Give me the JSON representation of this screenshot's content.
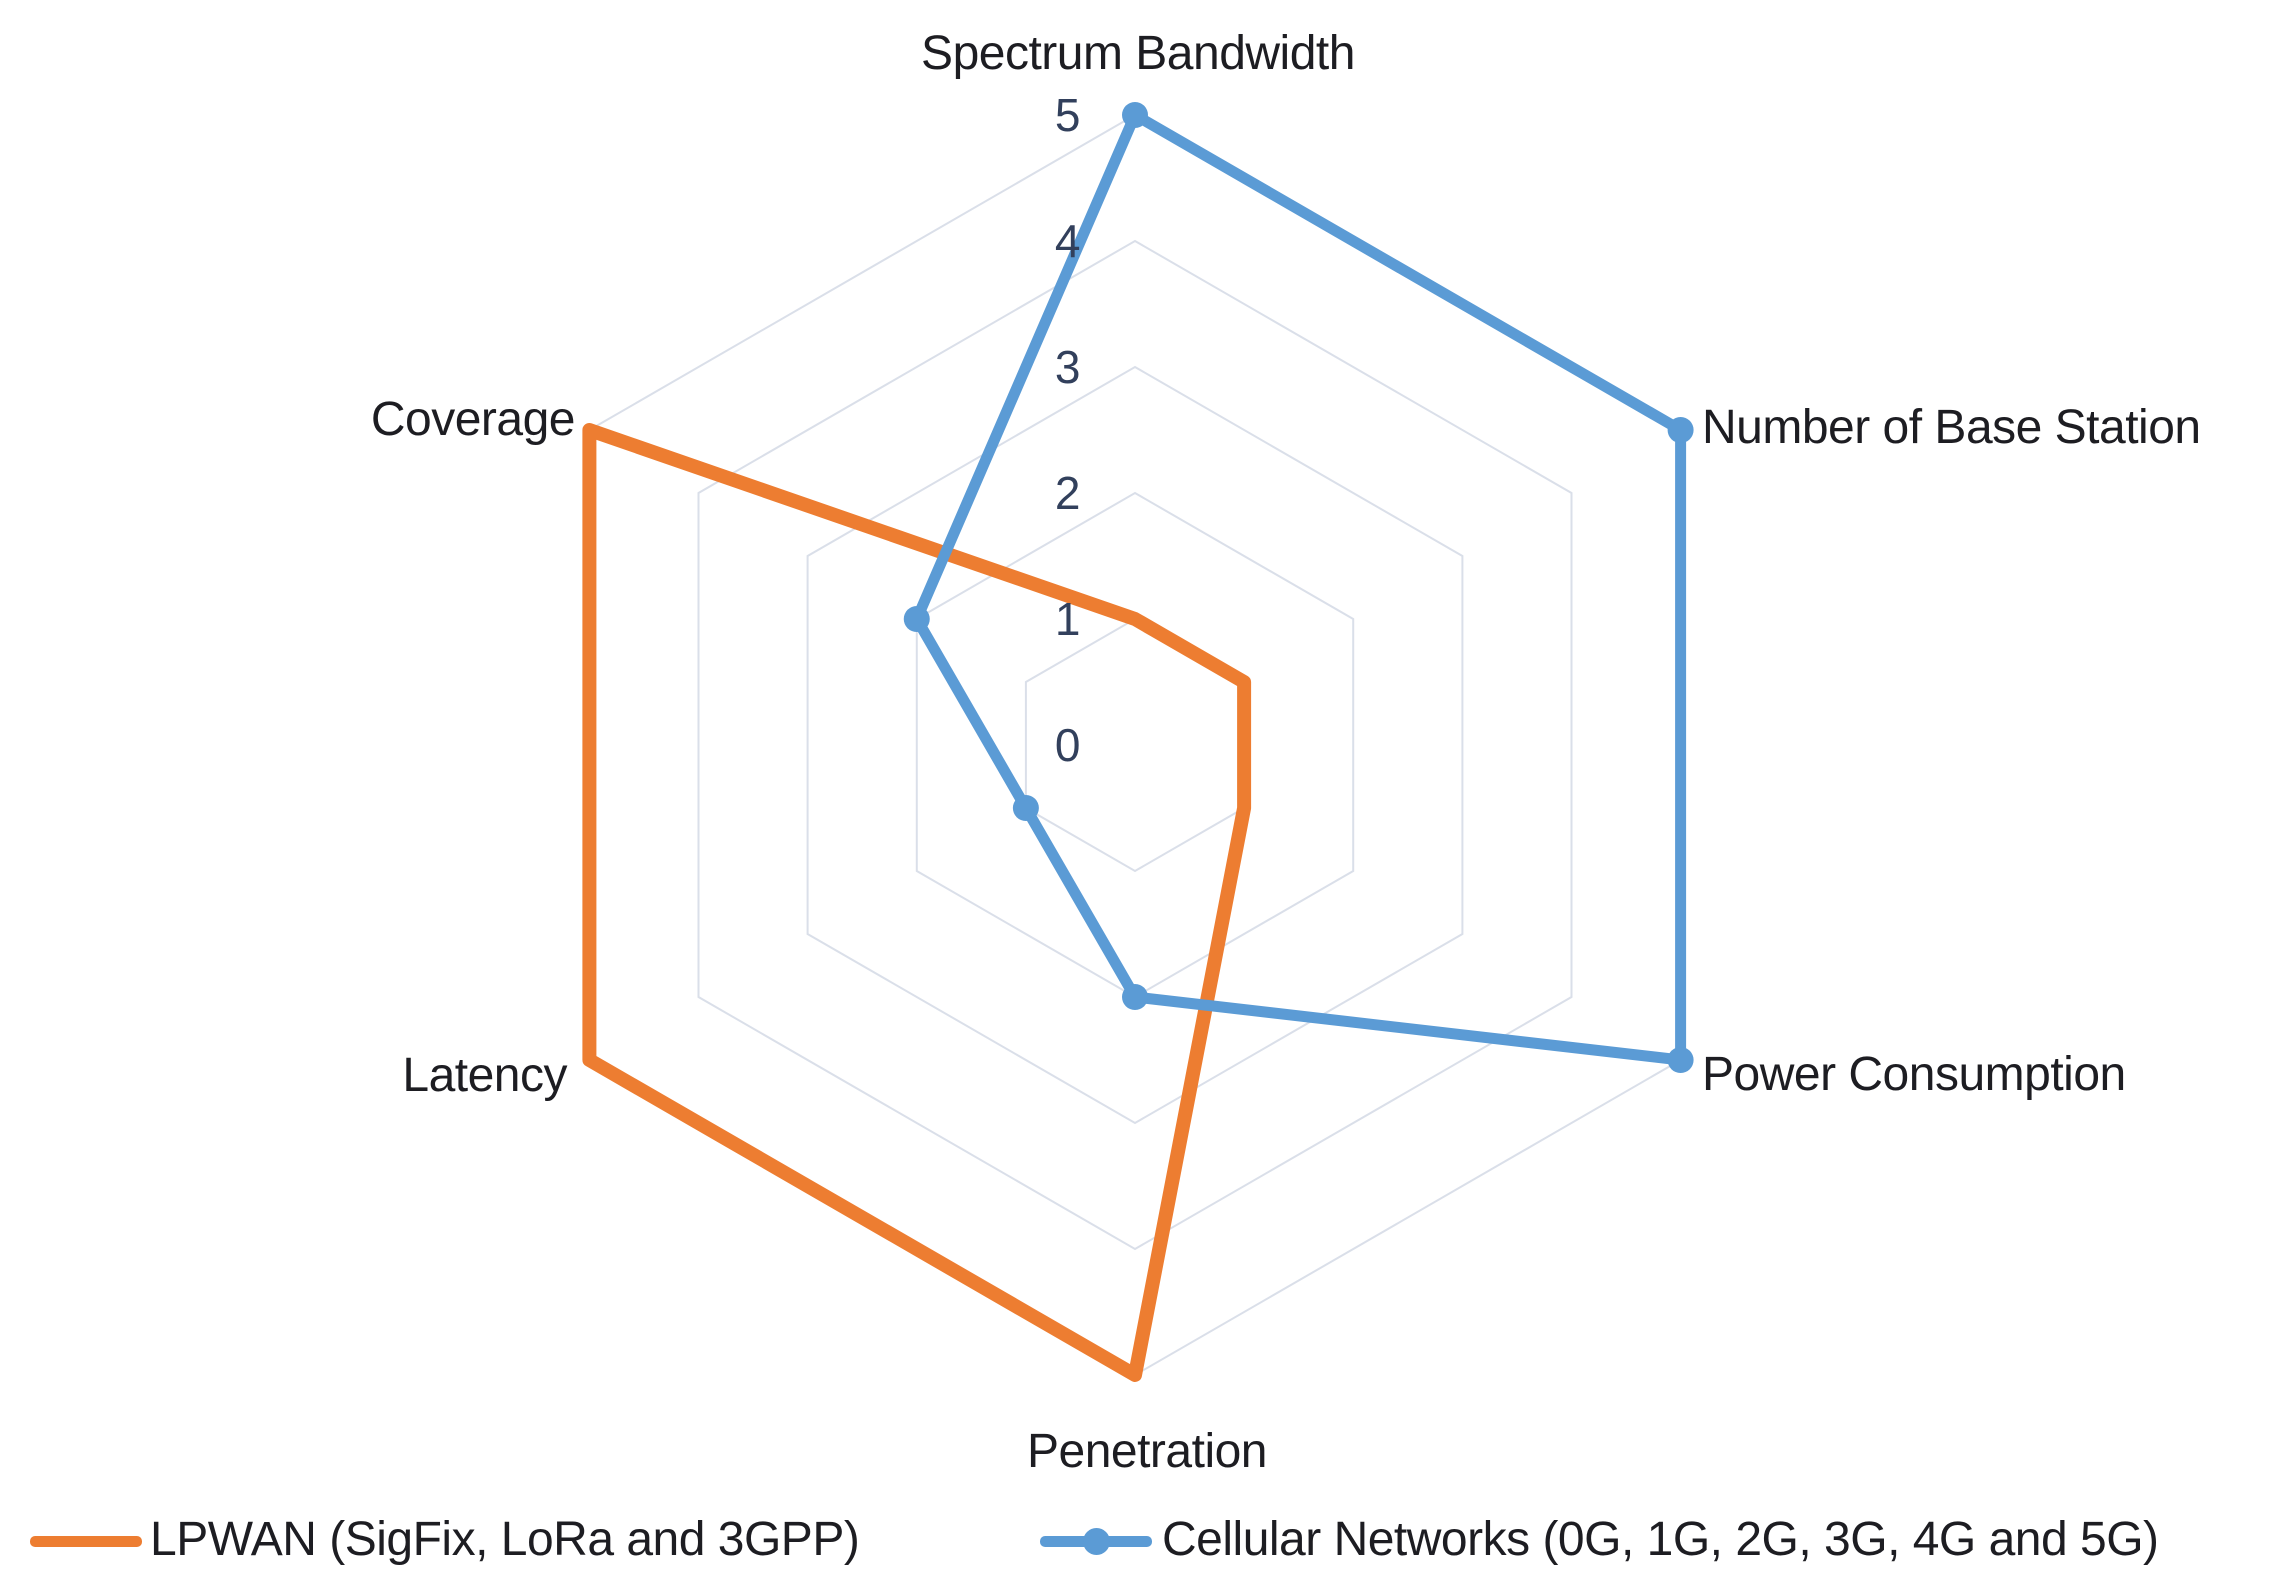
{
  "chart_data": {
    "type": "radar",
    "categories": [
      "Spectrum Bandwidth",
      "Number of Base Station",
      "Power Consumption",
      "Penetration",
      "Latency",
      "Coverage"
    ],
    "series": [
      {
        "name": "LPWAN (SigFix, LoRa and 3GPP)",
        "color": "#ED7D31",
        "marker": false,
        "line_width": 14,
        "values": [
          1,
          1,
          1,
          5,
          5,
          5
        ]
      },
      {
        "name": "Cellular Networks (0G, 1G, 2G, 3G, 4G and 5G)",
        "color": "#5B9BD5",
        "marker": true,
        "marker_radius": 13,
        "line_width": 11,
        "values": [
          5,
          5,
          5,
          2,
          1,
          2
        ]
      }
    ],
    "ticks": [
      "5",
      "4",
      "3",
      "2",
      "1",
      "0"
    ],
    "tick_values": [
      5,
      4,
      3,
      2,
      1,
      0
    ],
    "rmin": 0,
    "rmax": 5,
    "grid": "on",
    "grid_shape": "hexagon",
    "grid_color": "#dadfe9",
    "text_color": "#1d1d22",
    "tick_color": "#32405c",
    "legend_position": "bottom",
    "legend": [
      "LPWAN (SigFix, LoRa and 3GPP)",
      "Cellular Networks (0G, 1G, 2G, 3G, 4G and 5G)"
    ]
  }
}
